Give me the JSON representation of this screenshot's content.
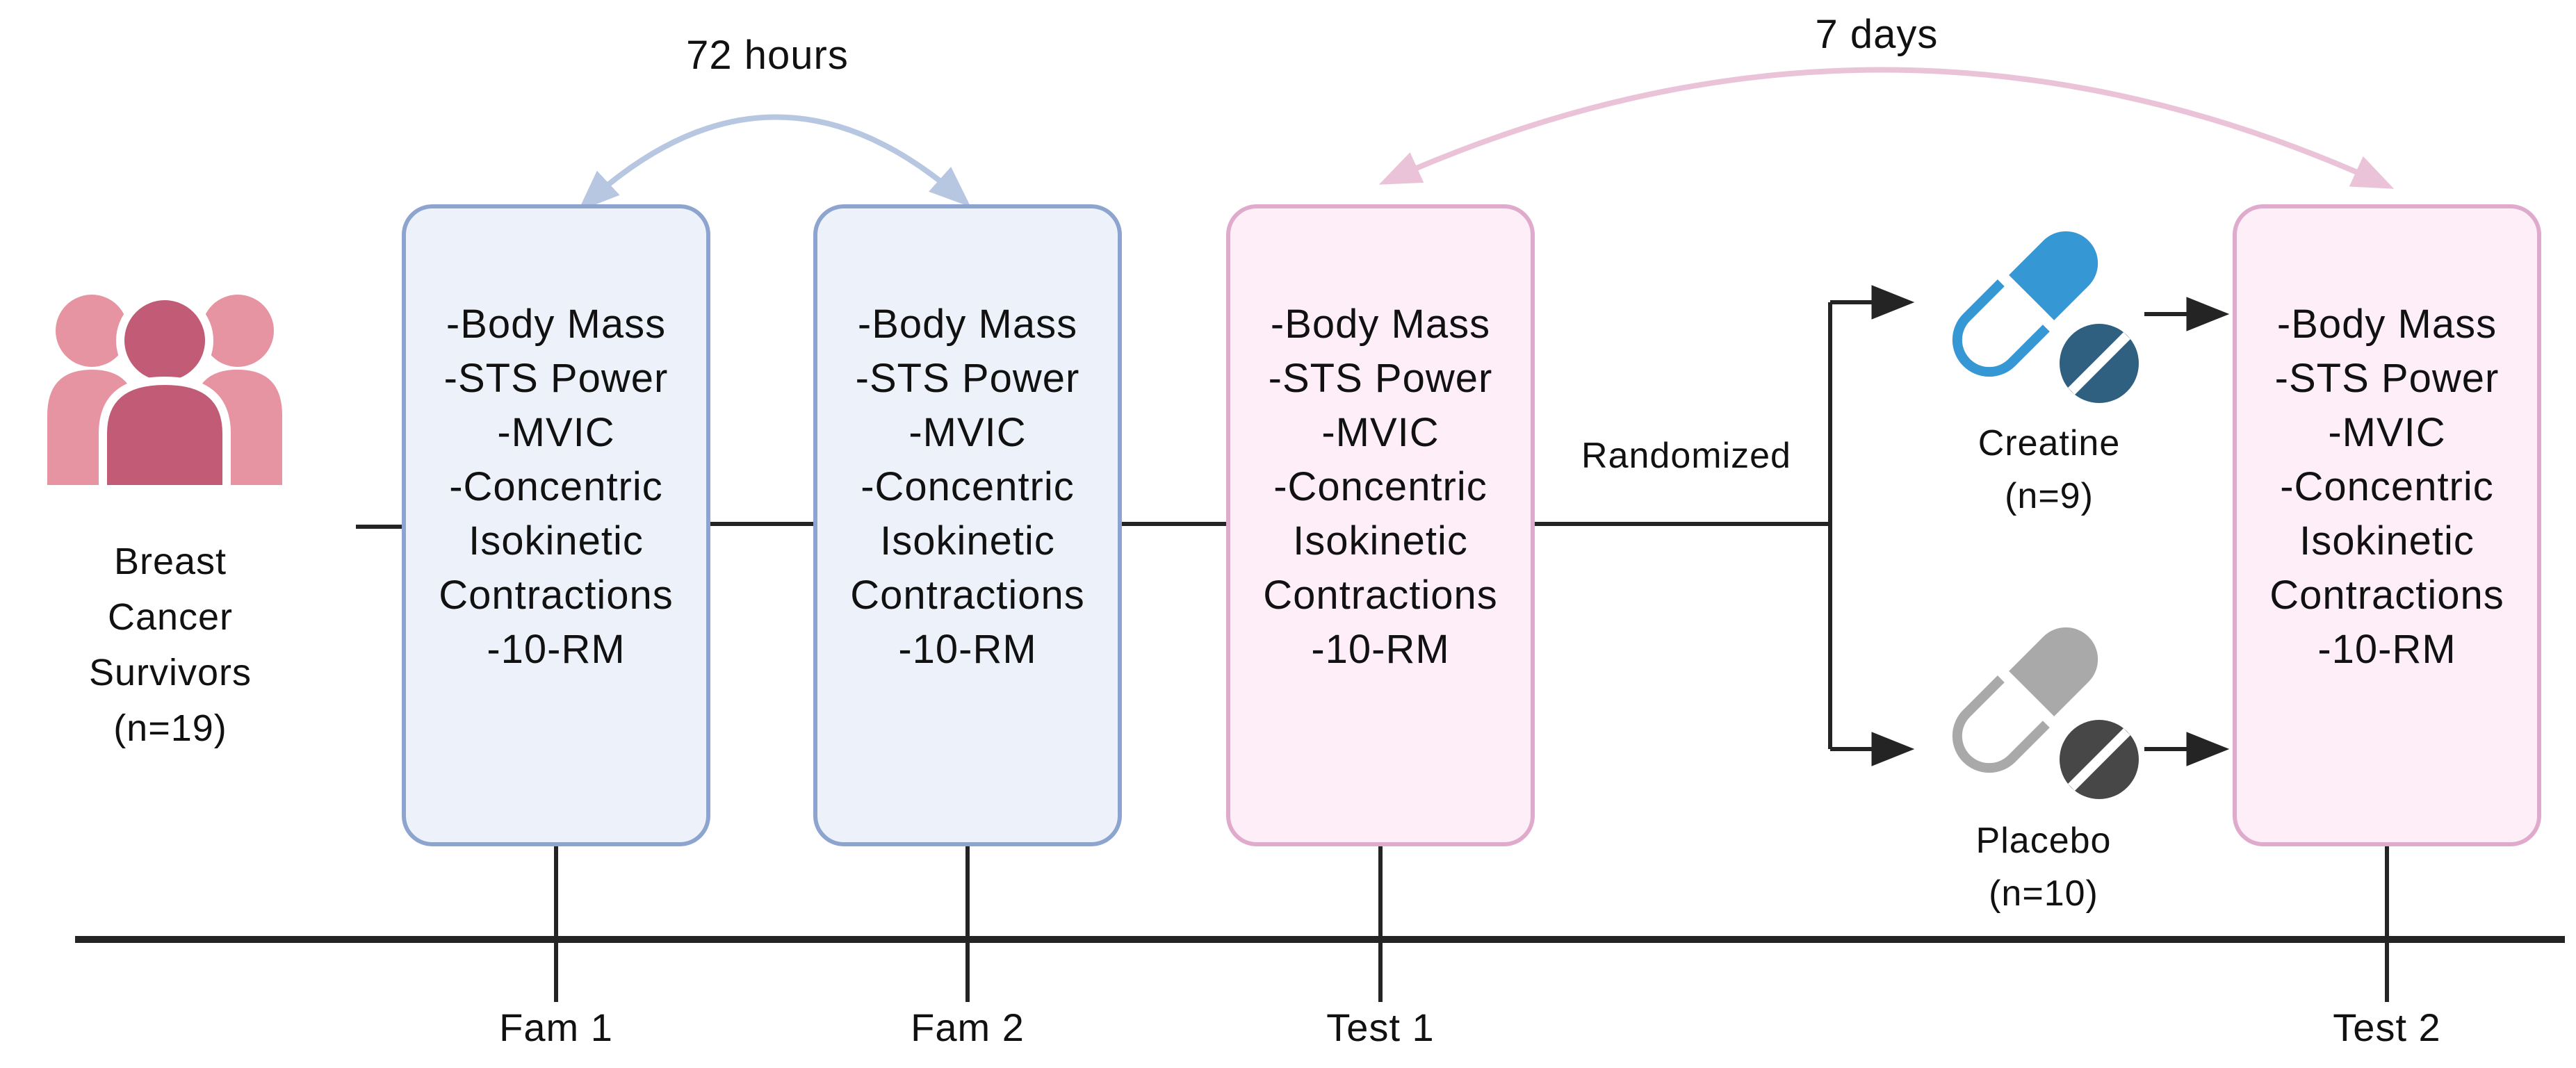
{
  "population": {
    "label_lines": [
      "Breast",
      "Cancer",
      "Survivors",
      "(n=19)"
    ],
    "icon": "people-group-icon"
  },
  "intervals": {
    "familiarization_gap": "72 hours",
    "testing_gap": "7 days"
  },
  "assessments": [
    "-Body Mass",
    "-STS Power",
    "-MVIC",
    "-Concentric",
    "Isokinetic",
    "Contractions",
    "-10-RM"
  ],
  "randomized_label": "Randomized",
  "groups": {
    "creatine": {
      "name": "Creatine",
      "n": "(n=9)",
      "icon": "capsule-and-tablet-icon"
    },
    "placebo": {
      "name": "Placebo",
      "n": "(n=10)",
      "icon": "capsule-and-tablet-icon"
    }
  },
  "timeline": {
    "labels": [
      "Fam 1",
      "Fam 2",
      "Test 1",
      "Test 2"
    ]
  },
  "colors": {
    "box-blue-fill": "#edf2fa",
    "box-blue-border": "#8da4cf",
    "box-pink-fill": "#fdeef7",
    "box-pink-border": "#dfaacb",
    "arc-blue": "#b7c6e1",
    "arc-pink": "#eac3d9",
    "line-black": "#242424",
    "people-light": "#e794a2",
    "people-dark": "#c25b76",
    "capsule-blue": "#3598d5",
    "tablet-blue": "#30607f",
    "capsule-gray": "#a9a9a9",
    "tablet-gray": "#474747",
    "text-black": "#111111"
  }
}
